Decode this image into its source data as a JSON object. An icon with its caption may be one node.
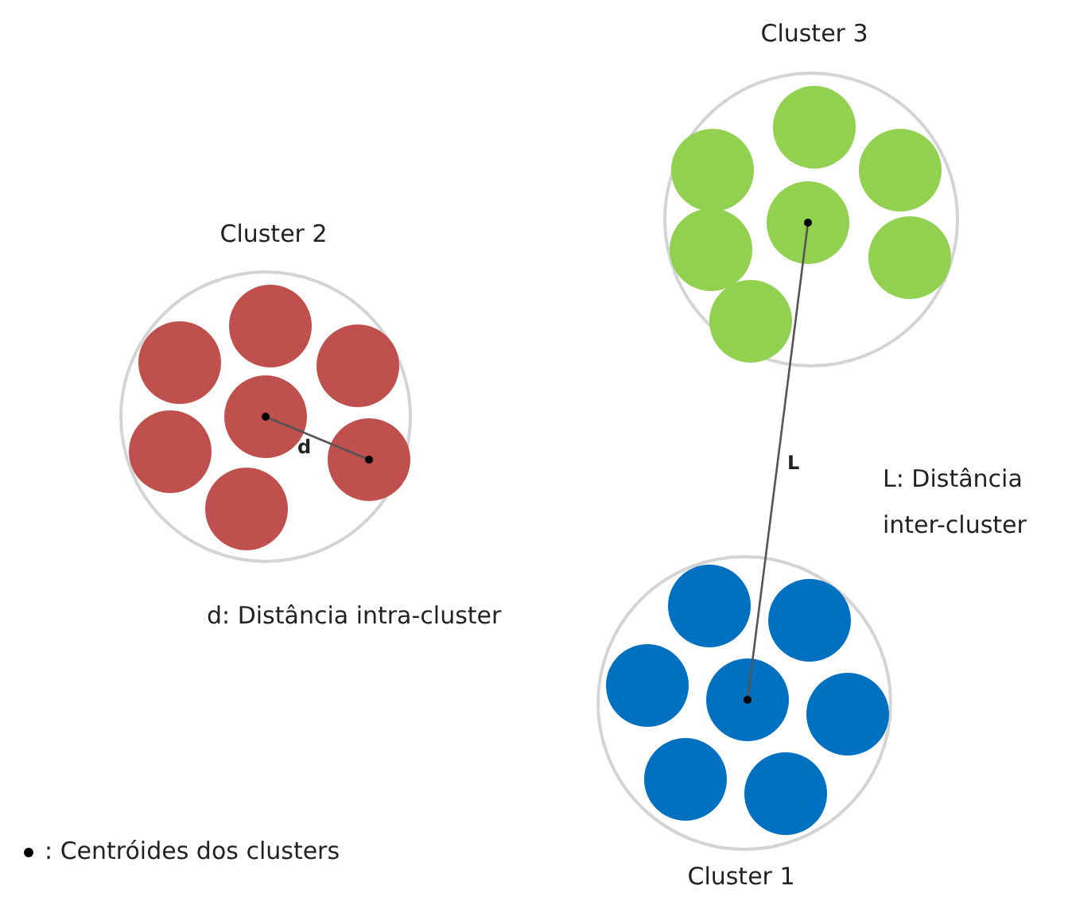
{
  "diagram": {
    "nodes": [
      {
        "text": [
          "Cluster 3"
        ]
      },
      {
        "text": [],
        "shape": "circle",
        "in": 0
      },
      {
        "text": [],
        "shape": "circle",
        "in": 0
      },
      {
        "text": [],
        "shape": "circle",
        "in": 0
      },
      {
        "text": [],
        "shape": "circle",
        "in": 0
      },
      {
        "text": [],
        "shape": "circle",
        "in": 0
      },
      {
        "text": [],
        "shape": "circle",
        "in": 0
      },
      {
        "text": [],
        "shape": "circle",
        "in": 0
      },
      {
        "text": [
          "Cluster 2"
        ]
      },
      {
        "text": [],
        "shape": "circle",
        "in": 8
      },
      {
        "text": [],
        "shape": "circle",
        "in": 8
      },
      {
        "text": [],
        "shape": "circle",
        "in": 8
      },
      {
        "text": [],
        "shape": "circle",
        "in": 8
      },
      {
        "text": [],
        "shape": "circle",
        "in": 8
      },
      {
        "text": [],
        "shape": "circle",
        "in": 8
      },
      {
        "text": [],
        "shape": "circle",
        "in": 8
      },
      {
        "text": [
          "Cluster 1"
        ]
      },
      {
        "text": [],
        "shape": "circle",
        "in": 16
      },
      {
        "text": [],
        "shape": "circle",
        "in": 16
      },
      {
        "text": [],
        "shape": "circle",
        "in": 16
      },
      {
        "text": [],
        "shape": "circle",
        "in": 16
      },
      {
        "text": [],
        "shape": "circle",
        "in": 16
      },
      {
        "text": [],
        "shape": "circle",
        "in": 16
      },
      {
        "text": [],
        "shape": "circle",
        "in": 16
      }
    ],
    "edges": [
      {
        "from": 12,
        "to": 14,
        "arrow": "none",
        "label": "d"
      },
      {
        "from": 4,
        "to": 20,
        "arrow": "none",
        "label": "L"
      }
    ],
    "labels": [
      "L: Distância inter-cluster",
      "d: Distância intra-cluster"
    ],
    "legend": [
      {
        "text": ": Centróides dos clusters"
      }
    ]
  }
}
